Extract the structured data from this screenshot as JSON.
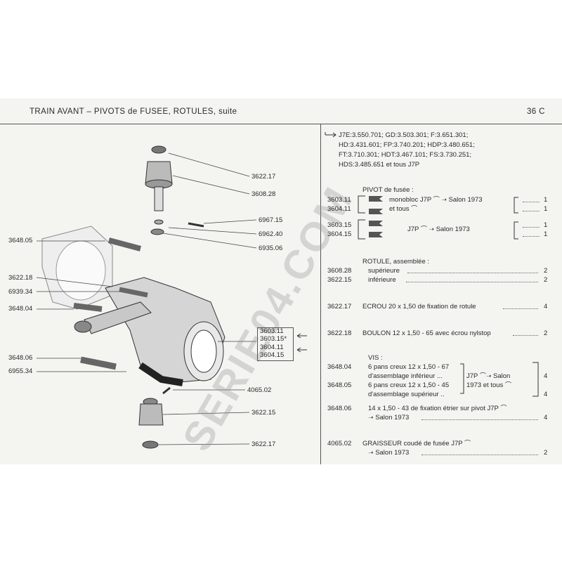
{
  "header": {
    "title": "TRAIN AVANT  –  PIVOTS de FUSEE, ROTULES, suite",
    "page": "36 C"
  },
  "watermark": "SERIE04.COM",
  "diagram_labels": {
    "l1": "3622.17",
    "l2": "3608.28",
    "l3": "6967.15",
    "l4": "6962.40",
    "l5": "6935.06",
    "l6": "3648.05",
    "l7": "3622.18",
    "l8": "6939.34",
    "l9": "3648.04",
    "l10": "3648.06",
    "l11": "6955.34",
    "l12": "4065.02",
    "l13": "3622.15",
    "l14": "3622.17",
    "box1": "3603.11",
    "box2": "3603.15*",
    "box3": "3604.11",
    "box4": "3604.15"
  },
  "intro": {
    "line1": "J7E:3.550.701;  GD:3.503.301;  F:3.651.301;",
    "line2": "HD:3.431.601;  FP:3.740.201;  HDP:3.480.651;",
    "line3": "FT:3.710.301;  HDT:3.467.101;  FS:3.730.251;",
    "line4": "HDS:3.485.651 et tous J7P"
  },
  "pivot": {
    "heading": "PIVOT de fusée :",
    "r1": "3603.11",
    "r2": "3604.11",
    "r3": "3603.15",
    "r4": "3604.15",
    "mono": "monobloc J7P",
    "salon1": "Salon 1973",
    "ettous": "et tous",
    "j7p": "J7P",
    "salon2": "Salon 1973",
    "q1": "1",
    "q2": "1",
    "q3": "1",
    "q4": "1"
  },
  "rotule": {
    "heading": "ROTULE, assemblée :",
    "r1": "3608.28",
    "d1": "supérieure",
    "q1": "2",
    "r2": "3622.15",
    "d2": "inférieure",
    "q2": "2"
  },
  "ecrou": {
    "ref": "3622.17",
    "desc": "ECROU 20 x 1,50 de fixation de rotule",
    "qty": "4"
  },
  "boulon": {
    "ref": "3622.18",
    "desc": "BOULON 12 x 1,50 - 65 avec écrou nylstop",
    "qty": "2"
  },
  "vis": {
    "heading": "VIS :",
    "r1": "3648.04",
    "d1a": "6 pans creux 12 x 1,50 - 67",
    "d1b": "d'assemblage inférieur ...",
    "r2": "3648.05",
    "d2a": "6 pans creux 12 x 1,50 - 45",
    "d2b": "d'assemblage supérieur ..",
    "j7p": "J7P",
    "salon": "Salon",
    "ettous": "1973 et tous",
    "q1": "4",
    "q2": "4",
    "r3": "3648.06",
    "d3a": "14 x 1,50 - 43 de fixation étrier sur pivot J7P",
    "d3b": "Salon 1973",
    "q3": "4"
  },
  "graisseur": {
    "ref": "4065.02",
    "desc": "GRAISSEUR coudé de fusée J7P",
    "desc2": "Salon 1973",
    "qty": "2"
  }
}
